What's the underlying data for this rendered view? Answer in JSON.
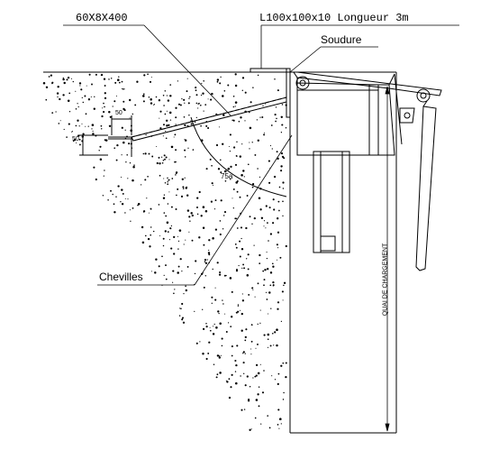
{
  "labels": {
    "plate_spec": "60X8X400",
    "angle_spec": "L100x100x10  Longueur  3m",
    "weld": "Soudure",
    "anchors": "Chevilles",
    "dim_horizontal": "50",
    "dim_vertical": "50",
    "angle_value": "75a",
    "quay_label": "QUAI DE CHARGEMENT"
  },
  "colors": {
    "line": "#000000",
    "background": "#ffffff"
  }
}
